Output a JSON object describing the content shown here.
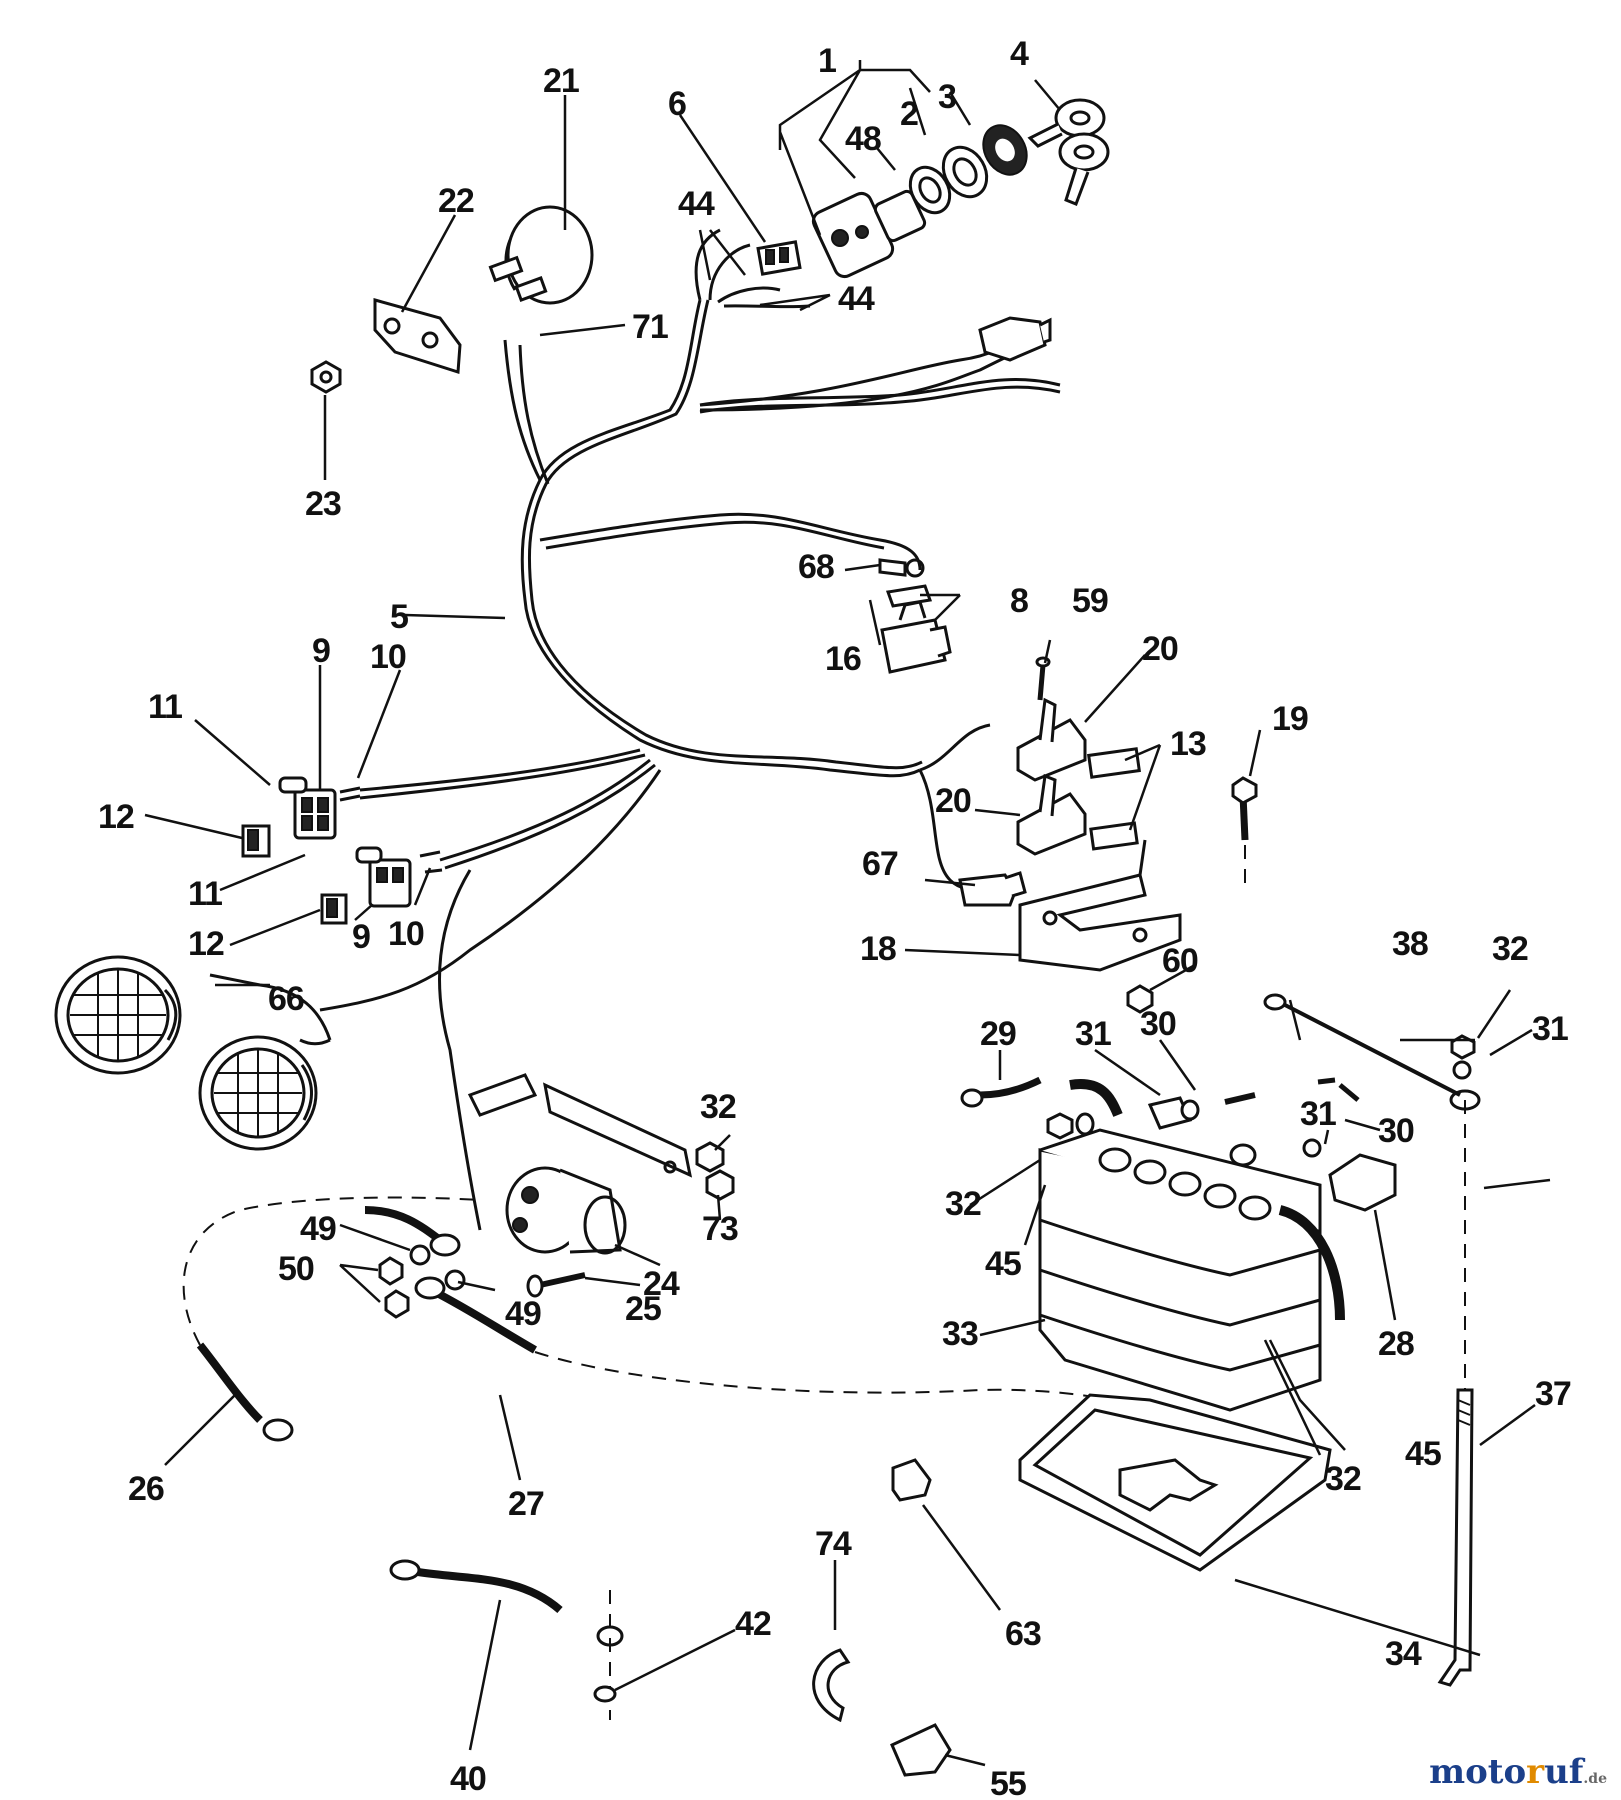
{
  "watermark": {
    "part1": "moto",
    "part2": "r",
    "part3": "uf",
    "suffix": ".de"
  },
  "callouts": {
    "c1": "1",
    "c2": "2",
    "c3": "3",
    "c4": "4",
    "c5": "5",
    "c6": "6",
    "c8": "8",
    "c9a": "9",
    "c9b": "9",
    "c10a": "10",
    "c10b": "10",
    "c11a": "11",
    "c11b": "11",
    "c12a": "12",
    "c12b": "12",
    "c13": "13",
    "c16": "16",
    "c18": "18",
    "c19": "19",
    "c20a": "20",
    "c20b": "20",
    "c21": "21",
    "c22": "22",
    "c23": "23",
    "c24": "24",
    "c25": "25",
    "c26": "26",
    "c27": "27",
    "c28": "28",
    "c29": "29",
    "c30a": "30",
    "c30b": "30",
    "c31a": "31",
    "c31b": "31",
    "c31c": "31",
    "c32a": "32",
    "c32b": "32",
    "c32c": "32",
    "c32d": "32",
    "c33": "33",
    "c34": "34",
    "c37": "37",
    "c38": "38",
    "c40": "40",
    "c42": "42",
    "c44a": "44",
    "c44b": "44",
    "c45a": "45",
    "c45b": "45",
    "c48": "48",
    "c49a": "49",
    "c49b": "49",
    "c50": "50",
    "c55": "55",
    "c59": "59",
    "c60": "60",
    "c63": "63",
    "c66": "66",
    "c67": "67",
    "c68": "68",
    "c71": "71",
    "c73": "73",
    "c74": "74"
  }
}
